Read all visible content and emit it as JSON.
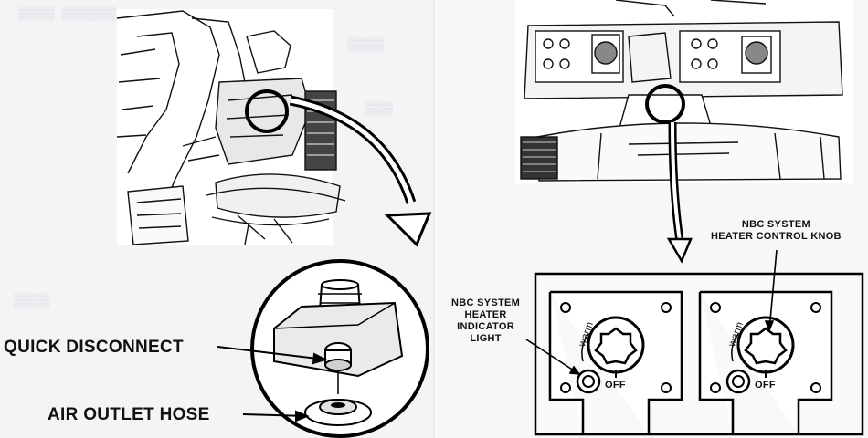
{
  "left_figure": {
    "callouts": {
      "quick_disconnect": "QUICK DISCONNECT",
      "air_outlet_hose": "AIR OUTLET HOSE"
    }
  },
  "right_figure": {
    "callouts": {
      "heater_control_knob": "NBC SYSTEM\nHEATER CONTROL KNOB",
      "heater_indicator_light": "NBC SYSTEM\nHEATER\nINDICATOR\nLIGHT"
    },
    "panel_left": {
      "warm_label": "warm",
      "off_label": "OFF"
    },
    "panel_right": {
      "warm_label": "warm",
      "off_label": "OFF"
    }
  }
}
